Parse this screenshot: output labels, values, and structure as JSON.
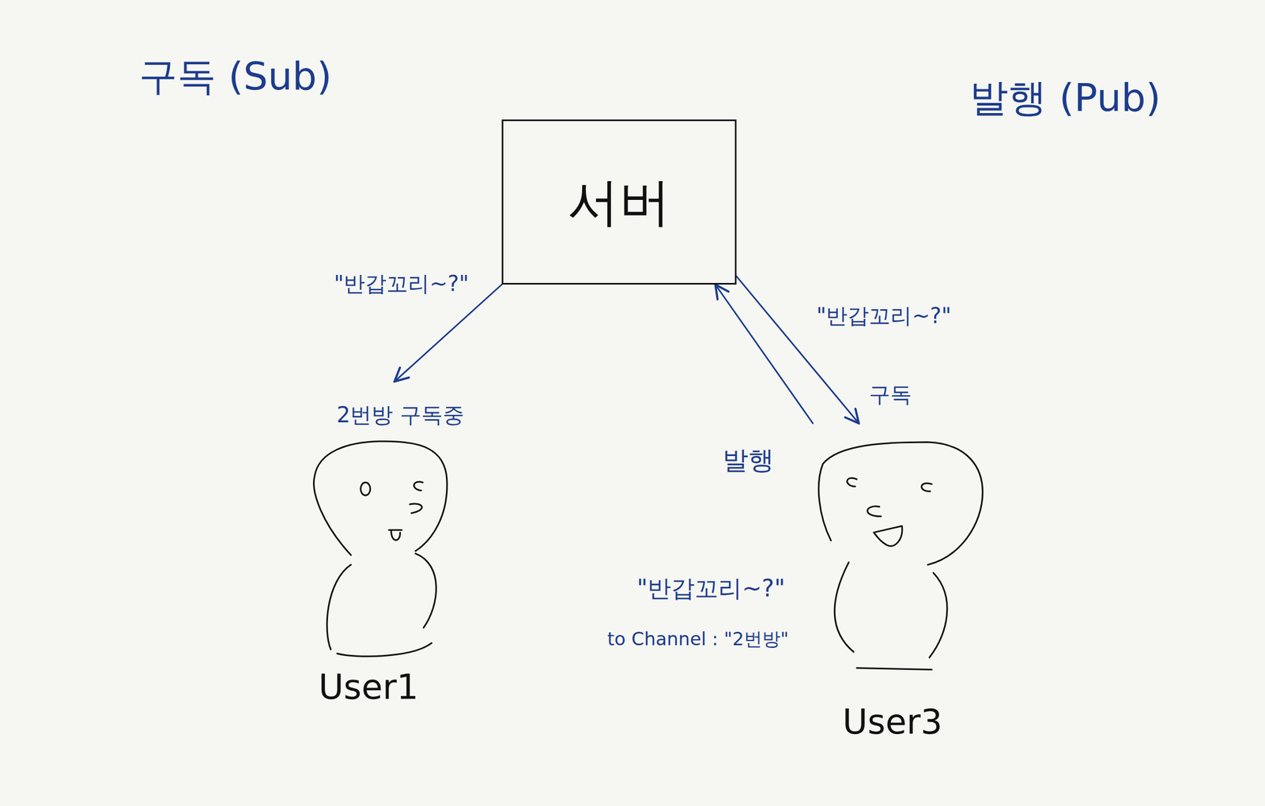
{
  "diagram": {
    "nodes": [
      {
        "text": [
          "서버"
        ]
      },
      {
        "text": [
          "User1"
        ]
      },
      {
        "text": [
          "User3"
        ]
      }
    ],
    "edges": [
      {
        "from": 0,
        "to": 1,
        "arrow": "to",
        "label": "\"반갑꼬리~?\""
      },
      {
        "from": 2,
        "to": 0,
        "arrow": "to",
        "label": "발행"
      },
      {
        "from": 0,
        "to": 2,
        "arrow": "to",
        "label": "\"반갑꼬리~?\""
      }
    ],
    "labels": [
      "구독 (Sub)",
      "발행 (Pub)",
      "2번방 구독중",
      "구독",
      "\"반갑꼬리~?\"",
      "to Channel : \"2번방\""
    ]
  }
}
